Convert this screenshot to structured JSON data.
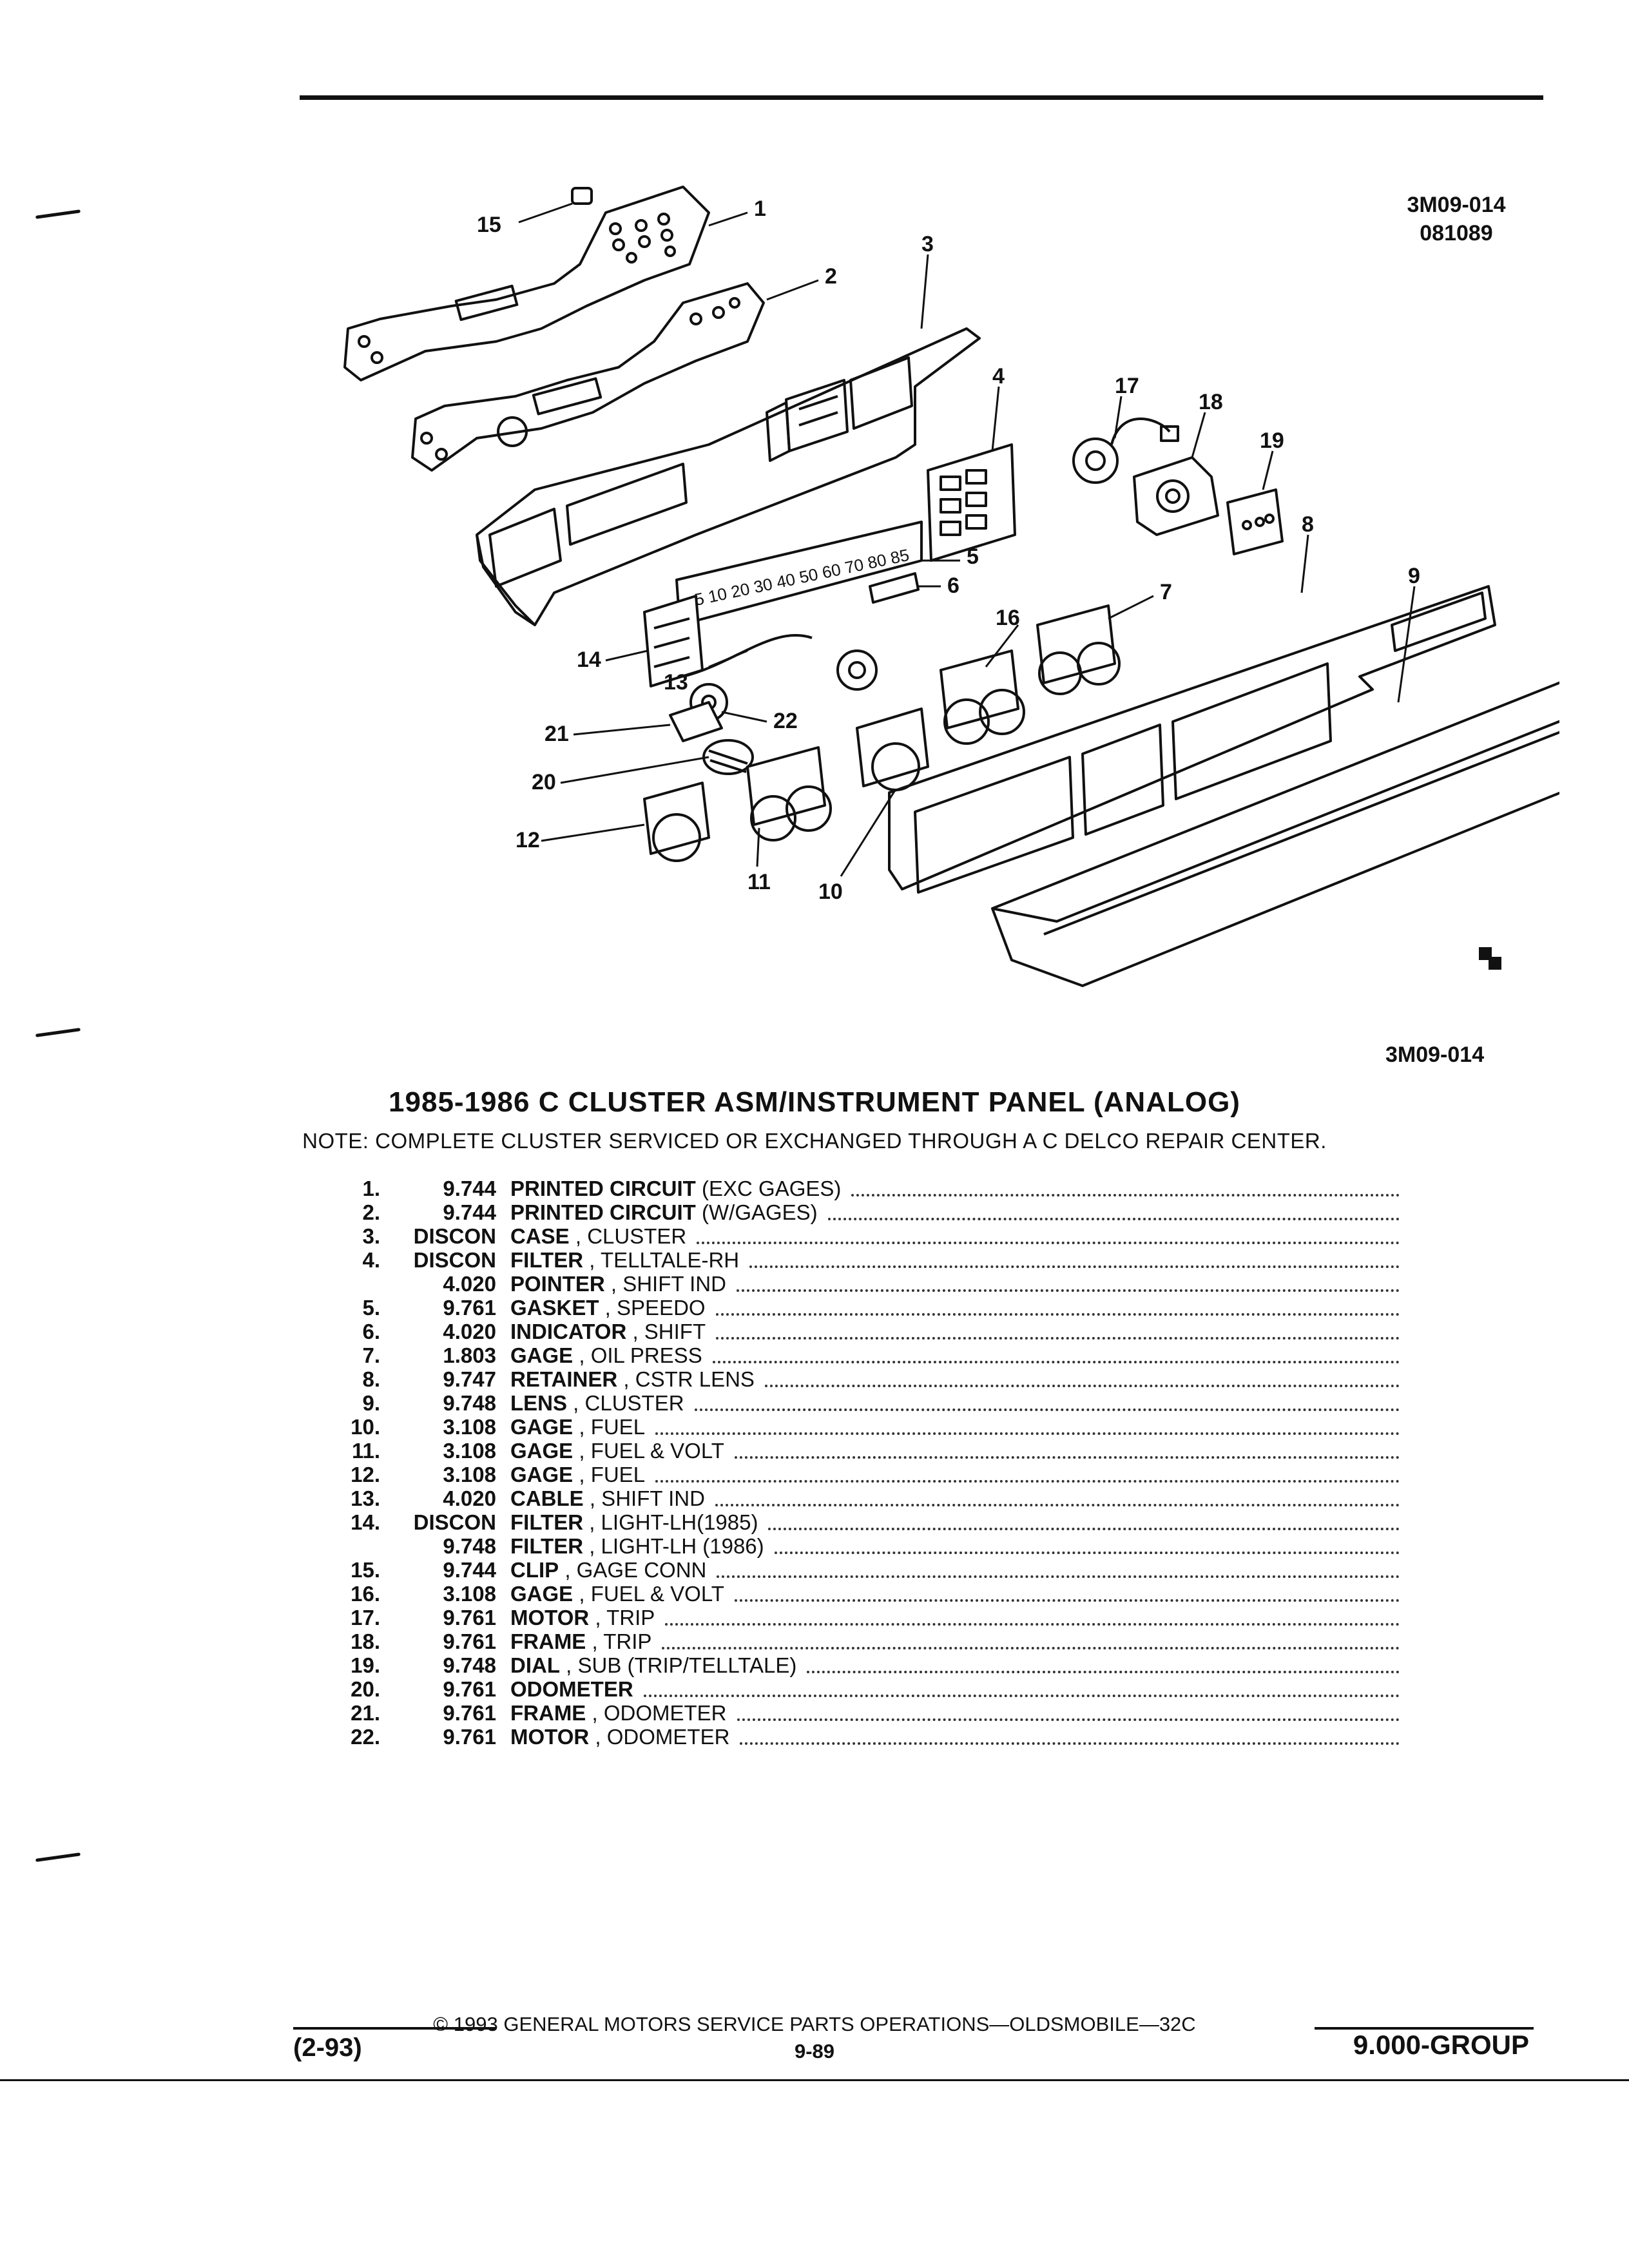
{
  "figure_id_top": [
    "3M09-014",
    "081089"
  ],
  "figure_id_bottom": "3M09-014",
  "callouts": [
    "1",
    "2",
    "3",
    "4",
    "5",
    "6",
    "7",
    "8",
    "9",
    "10",
    "11",
    "12",
    "13",
    "14",
    "15",
    "16",
    "17",
    "18",
    "19",
    "20",
    "21",
    "22"
  ],
  "speedo_scale": "5 10 20 30 40 50 60 70 80 85",
  "title": "1985-1986 C CLUSTER ASM/INSTRUMENT PANEL (ANALOG)",
  "note": "NOTE:  COMPLETE CLUSTER SERVICED OR EXCHANGED THROUGH A C DELCO REPAIR CENTER.",
  "parts": [
    {
      "num": "1.",
      "code": "9.744",
      "name": "PRINTED CIRCUIT",
      "detail": " (EXC GAGES)"
    },
    {
      "num": "2.",
      "code": "9.744",
      "name": "PRINTED CIRCUIT",
      "detail": " (W/GAGES)"
    },
    {
      "num": "3.",
      "code": "DISCON",
      "name": "CASE",
      "detail": " , CLUSTER"
    },
    {
      "num": "4.",
      "code": "DISCON",
      "name": "FILTER",
      "detail": " , TELLTALE-RH"
    },
    {
      "num": "",
      "code": "4.020",
      "name": "POINTER",
      "detail": " , SHIFT IND"
    },
    {
      "num": "5.",
      "code": "9.761",
      "name": "GASKET",
      "detail": " , SPEEDO"
    },
    {
      "num": "6.",
      "code": "4.020",
      "name": "INDICATOR",
      "detail": " , SHIFT"
    },
    {
      "num": "7.",
      "code": "1.803",
      "name": "GAGE",
      "detail": " , OIL PRESS"
    },
    {
      "num": "8.",
      "code": "9.747",
      "name": "RETAINER",
      "detail": " , CSTR LENS"
    },
    {
      "num": "9.",
      "code": "9.748",
      "name": "LENS",
      "detail": " , CLUSTER"
    },
    {
      "num": "10.",
      "code": "3.108",
      "name": "GAGE",
      "detail": " , FUEL"
    },
    {
      "num": "11.",
      "code": "3.108",
      "name": "GAGE",
      "detail": " , FUEL & VOLT"
    },
    {
      "num": "12.",
      "code": "3.108",
      "name": "GAGE",
      "detail": " , FUEL"
    },
    {
      "num": "13.",
      "code": "4.020",
      "name": "CABLE",
      "detail": " , SHIFT IND"
    },
    {
      "num": "14.",
      "code": "DISCON",
      "name": "FILTER",
      "detail": " , LIGHT-LH(1985)"
    },
    {
      "num": "",
      "code": "9.748",
      "name": "FILTER",
      "detail": " , LIGHT-LH (1986)"
    },
    {
      "num": "15.",
      "code": "9.744",
      "name": "CLIP",
      "detail": " , GAGE CONN"
    },
    {
      "num": "16.",
      "code": "3.108",
      "name": "GAGE",
      "detail": " , FUEL & VOLT"
    },
    {
      "num": "17.",
      "code": "9.761",
      "name": "MOTOR",
      "detail": " , TRIP"
    },
    {
      "num": "18.",
      "code": "9.761",
      "name": "FRAME",
      "detail": " , TRIP"
    },
    {
      "num": "19.",
      "code": "9.748",
      "name": "DIAL",
      "detail": " , SUB (TRIP/TELLTALE)"
    },
    {
      "num": "20.",
      "code": "9.761",
      "name": "ODOMETER",
      "detail": ""
    },
    {
      "num": "21.",
      "code": "9.761",
      "name": "FRAME",
      "detail": " , ODOMETER"
    },
    {
      "num": "22.",
      "code": "9.761",
      "name": "MOTOR",
      "detail": " , ODOMETER"
    }
  ],
  "footer": {
    "copyright": "©  1993  GENERAL MOTORS SERVICE PARTS OPERATIONS—OLDSMOBILE—32C",
    "date_code": "(2-93)",
    "page": "9-89",
    "group": "9.000-GROUP"
  }
}
